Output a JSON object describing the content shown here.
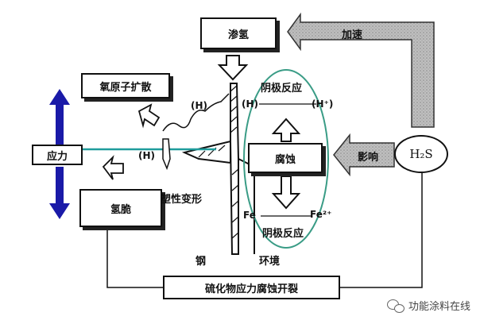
{
  "labels": {
    "hydrogen_charging": "渗氢",
    "accelerate": "加速",
    "hydrogen_diffusion": "氧原子扩散",
    "anode_reaction_top": "阴极反应",
    "stress": "应力",
    "corrosion": "腐蚀",
    "influence": "影响",
    "h2s": "H₂S",
    "embrittlement": "氢脆",
    "plastic_deformation": "塑性变形",
    "fe": "Fe",
    "fe2": "Fe²⁺",
    "anode_reaction_bottom": "阴极反应",
    "steel": "钢",
    "environment": "环境",
    "sscc": "硫化物应力腐蚀开裂",
    "h_symbol": "(H)",
    "h_plus": "(H⁺)"
  },
  "watermark": "功能涂料在线",
  "colors": {
    "arrow_blue": "#1a1aa8",
    "crack_teal": "#1f9c9c",
    "ellipse_teal": "#3a9c86",
    "hatched_gray": "#a8a8a8"
  }
}
